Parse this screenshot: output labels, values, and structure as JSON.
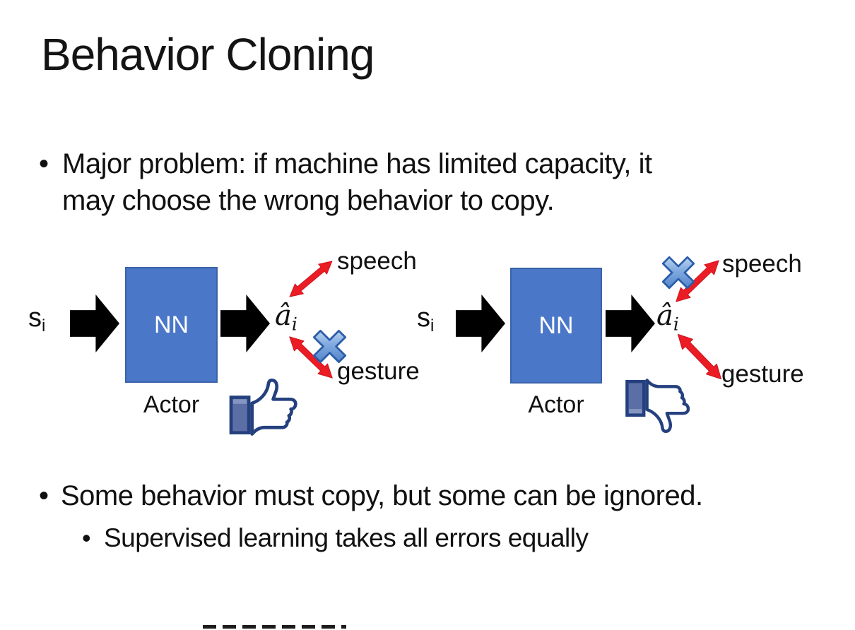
{
  "slide": {
    "title": "Behavior Cloning",
    "marker": "•",
    "bullet1": {
      "line1": "Major problem: if machine has limited capacity, it",
      "line2": "may choose the wrong behavior to copy."
    },
    "bullet2": "Some behavior must copy, but some can be ignored.",
    "bullet2_sub": "Supervised learning takes all errors equally",
    "diagrams": [
      {
        "side": "left",
        "input": {
          "base": "s",
          "sub": "i"
        },
        "box": "NN",
        "caption": "Actor",
        "output": {
          "base": "â",
          "sub": "i"
        },
        "branches": {
          "top": "speech",
          "bottom": "gesture"
        },
        "rejected_branch": "gesture",
        "feedback_icon": "thumbs-up-icon"
      },
      {
        "side": "right",
        "input": {
          "base": "s",
          "sub": "i"
        },
        "box": "NN",
        "caption": "Actor",
        "output": {
          "base": "â",
          "sub": "i"
        },
        "branches": {
          "top": "speech",
          "bottom": "gesture"
        },
        "rejected_branch": "speech",
        "feedback_icon": "thumbs-down-icon"
      }
    ],
    "colors": {
      "background": "#FFFFFF",
      "text": "#111111",
      "nn_box_fill": "#4A77C8",
      "nn_box_border": "#3B63A8",
      "arrow_black": "#000000",
      "arrow_red": "#EB1C24",
      "cross_blue": "#4F86CF",
      "thumb_navy": "#24407E",
      "thumb_sleeve": "#5B6EA5"
    }
  }
}
